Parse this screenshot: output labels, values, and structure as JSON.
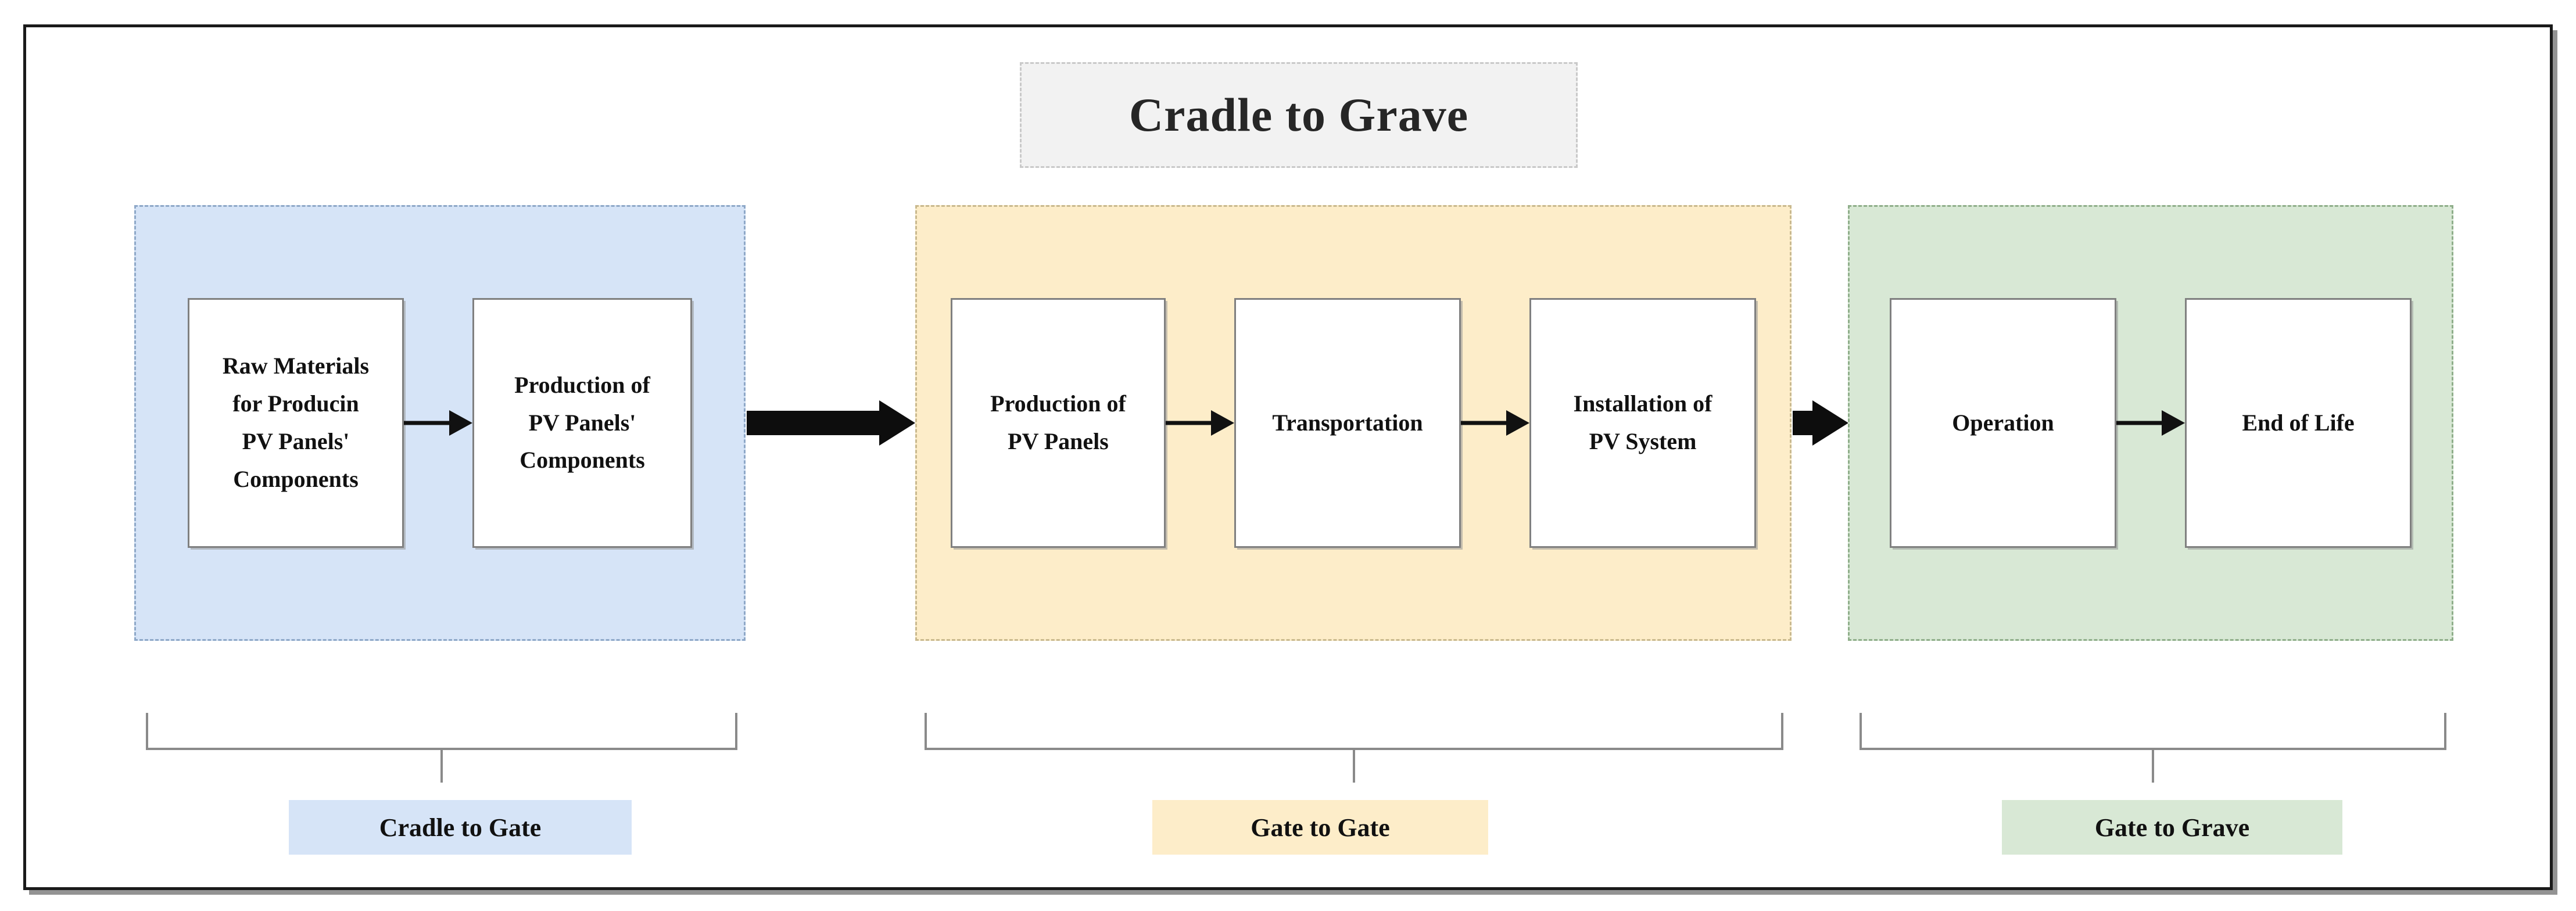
{
  "title": {
    "text": "Cradle to Grave"
  },
  "stages": [
    {
      "id": "cradle",
      "color": "#d6e4f7",
      "boxes": [
        {
          "label": "Raw Materials\nfor Producin\nPV Panels'\nComponents"
        },
        {
          "label": "Production of\nPV Panels'\nComponents"
        }
      ],
      "scope_label": "Cradle to Gate"
    },
    {
      "id": "gate",
      "color": "#fdedc9",
      "boxes": [
        {
          "label": "Production of\nPV Panels"
        },
        {
          "label": "Transportation"
        },
        {
          "label": "Installation of\nPV System"
        }
      ],
      "scope_label": "Gate to Gate"
    },
    {
      "id": "grave",
      "color": "#d8e8d5",
      "boxes": [
        {
          "label": "Operation"
        },
        {
          "label": "End of Life"
        }
      ],
      "scope_label": "Gate to Grave"
    }
  ],
  "colors": {
    "cradle_fill": "#d6e4f7",
    "gate_fill": "#fdedc9",
    "grave_fill": "#d8e8d5",
    "title_fill": "#f2f2f2",
    "box_fill": "#ffffff",
    "box_border": "#808080",
    "arrow": "#111111",
    "brace": "#8a8a8a",
    "frame_border": "#1a1a1a"
  }
}
